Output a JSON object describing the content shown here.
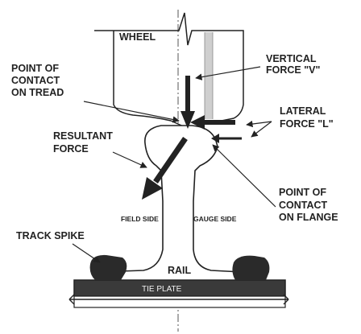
{
  "diagram": {
    "labels": {
      "wheel": "WHEEL",
      "vertical_force": [
        "VERTICAL",
        "FORCE \"V\""
      ],
      "point_tread": [
        "POINT OF",
        "CONTACT",
        "ON TREAD"
      ],
      "lateral_force": [
        "LATERAL",
        "FORCE \"L\""
      ],
      "resultant_force": [
        "RESULTANT",
        "FORCE"
      ],
      "point_flange": [
        "POINT OF",
        "CONTACT",
        "ON FLANGE"
      ],
      "field_side": "FIELD SIDE",
      "gauge_side": "GAUGE SIDE",
      "track_spike": "TRACK SPIKE",
      "rail": "RAIL",
      "tie_plate": "TIE PLATE"
    },
    "colors": {
      "ink": "#222222",
      "plate": "#3a3a3a",
      "hatch": "#9a9a9a"
    }
  }
}
